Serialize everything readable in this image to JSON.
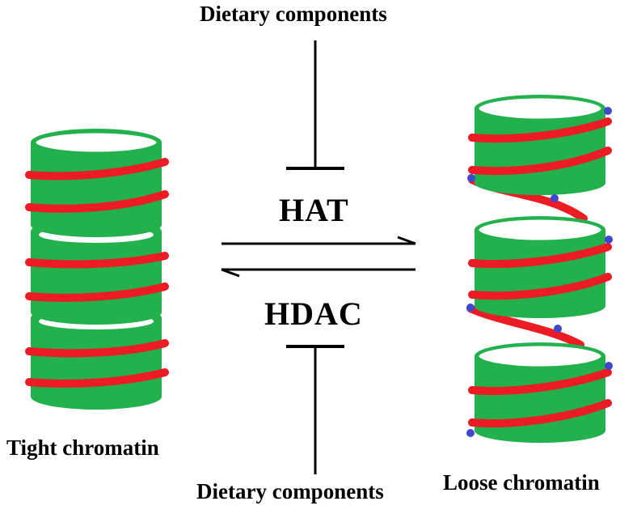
{
  "labels": {
    "dietary_top": "Dietary components",
    "dietary_bottom": "Dietary components",
    "hat": "HAT",
    "hdac": "HDAC",
    "tight": "Tight chromatin",
    "loose": "Loose chromatin"
  },
  "colors": {
    "histone_fill": "#22b14c",
    "histone_top": "#ffffff",
    "dna": "#ed1c24",
    "acetyl_mark": "#3f48cc",
    "line": "#000000"
  }
}
